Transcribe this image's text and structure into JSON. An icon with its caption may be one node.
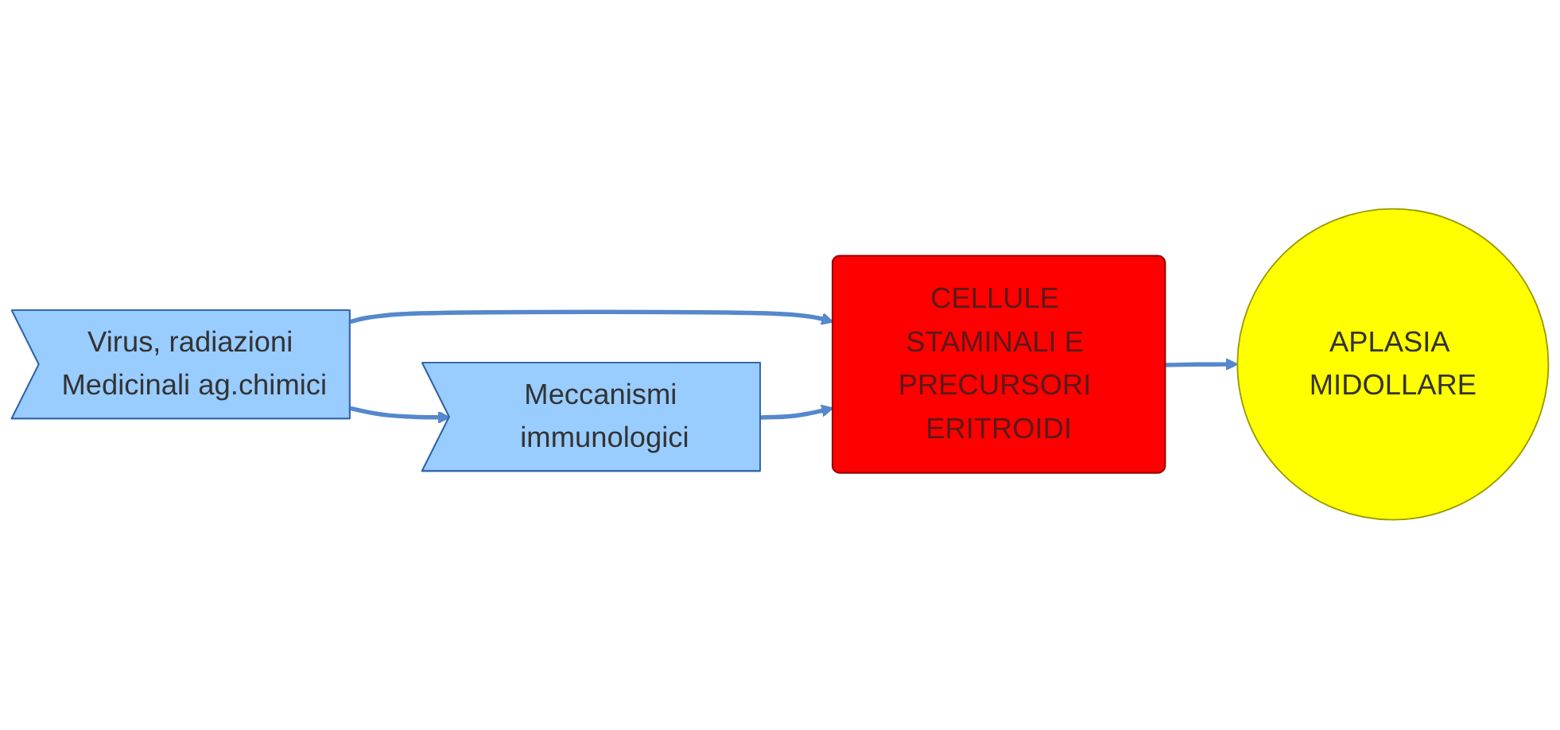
{
  "diagram": {
    "nodes": [
      {
        "text": [
          "Virus, radiazioni Medicinali ag.chimici"
        ]
      },
      {
        "text": [
          "Meccanismi immunologici"
        ]
      },
      {
        "text": [
          "CELLULE STAMINALI E PRECURSORI ERITROIDI"
        ]
      },
      {
        "text": [
          "APLASIA MIDOLLARE"
        ]
      }
    ],
    "edges": [
      {
        "from": 0,
        "to": 1,
        "arrow": "to"
      },
      {
        "from": 0,
        "to": 2,
        "arrow": "to"
      },
      {
        "from": 1,
        "to": 2,
        "arrow": "to"
      },
      {
        "from": 2,
        "to": 3,
        "arrow": "to"
      }
    ]
  }
}
